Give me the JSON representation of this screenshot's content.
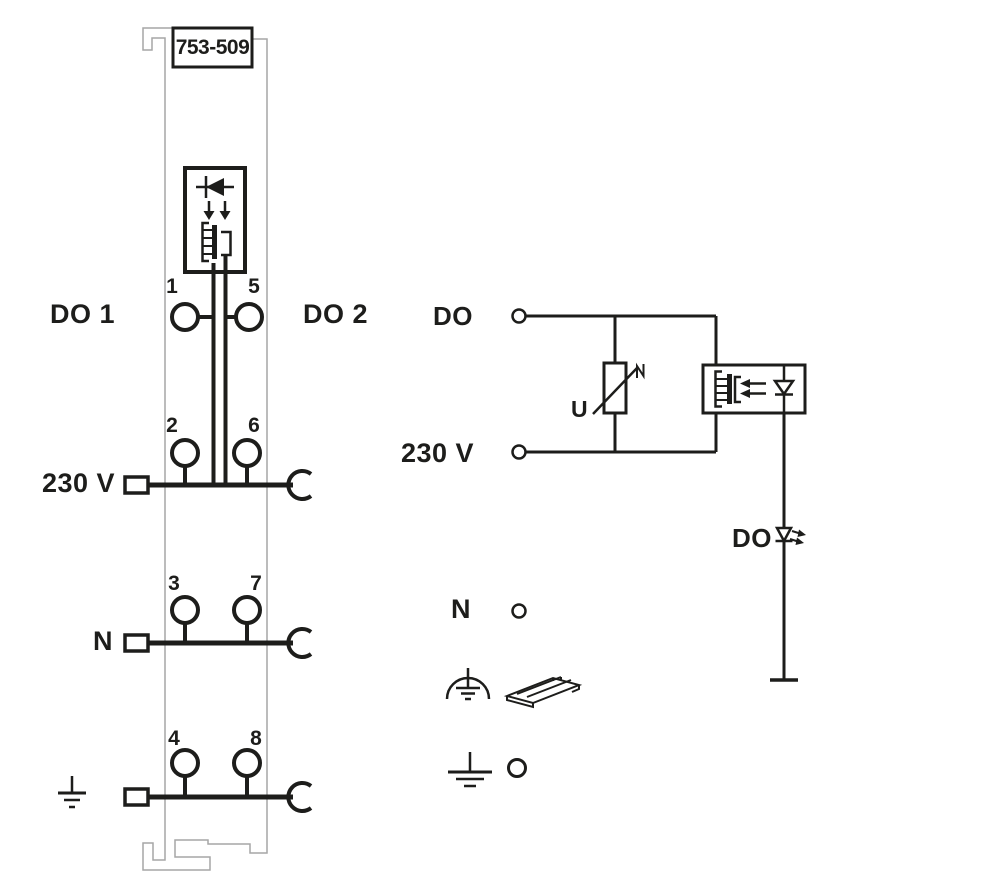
{
  "module": {
    "part_number": "753-509",
    "do1_label": "DO 1",
    "do2_label": "DO 2",
    "supply_label": "230 V",
    "neutral_label": "N",
    "terminal_numbers": {
      "t1": "1",
      "t5": "5",
      "t2": "2",
      "t6": "6",
      "t3": "3",
      "t7": "7",
      "t4": "4",
      "t8": "8"
    }
  },
  "schematic": {
    "output_label": "DO",
    "supply_label": "230 V",
    "neutral_label": "N",
    "varistor_label": "U",
    "led_label": "DO"
  },
  "icons": {
    "earth_left": "earth-ground-icon",
    "noise_free_earth": "earth-arc-icon",
    "din_rail": "din-rail-icon",
    "earth_bottom": "earth-ground-icon",
    "jumper_contact": "power-jumper-contact-icon"
  },
  "colors": {
    "line": "#1d1d1b",
    "module_outline": "#a6a6a6",
    "background": "#ffffff"
  }
}
